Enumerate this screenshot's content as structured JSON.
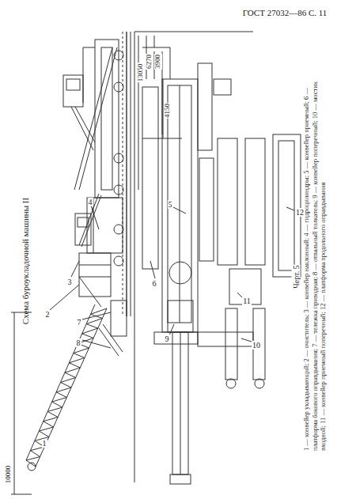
{
  "diagram": {
    "title": "Схема буроукладочной машины II",
    "caption": "1 — конвейер укладывающий; 2 — очиститель; 3 — конвейер наклонный; 4 — гидроцилиндры; 5 — конвейер приемный; 6 — платформа бокового оправдывания; 7 — тележка приводная; 8 — отвальный толкатель; 9 — конвейер поперечный; 10 — мостик входной; 11 — конвейер приемный поперечный; 12 — платформа продольного оправдывания",
    "labels": [
      "ГОСТ 27032—86 С. 11",
      "Черт. 5",
      "13050",
      "6270",
      "3900",
      "4150",
      "10000",
      "1",
      "2",
      "3",
      "4",
      "7",
      "8",
      "5",
      "6",
      "9",
      "10",
      "11",
      "12"
    ]
  }
}
